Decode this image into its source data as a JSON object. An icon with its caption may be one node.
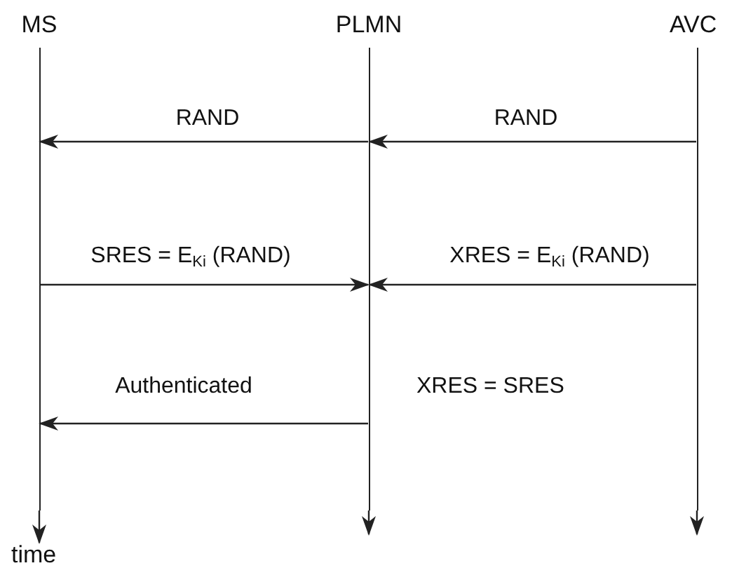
{
  "diagram": {
    "nodes": [
      {
        "text": [
          "MS"
        ]
      },
      {
        "text": [
          "PLMN"
        ]
      },
      {
        "text": [
          "AVC"
        ]
      },
      {
        "text": [],
        "shape": "bar"
      },
      {
        "text": [],
        "shape": "bar"
      },
      {
        "text": [],
        "shape": "bar"
      },
      {
        "text": [
          "time"
        ]
      }
    ],
    "edges": [
      {
        "from": 3,
        "to": 6,
        "arrow": "to"
      },
      {
        "from": 4,
        "to": null,
        "arrow": "to"
      },
      {
        "from": 5,
        "to": null,
        "arrow": "to"
      },
      {
        "from": 4,
        "to": 3,
        "arrow": "to",
        "label": "RAND"
      },
      {
        "from": 5,
        "to": 4,
        "arrow": "to",
        "label": "RAND"
      },
      {
        "from": 3,
        "to": 4,
        "arrow": "to",
        "label": "SRES = E$_{Ki}$ (RAND)"
      },
      {
        "from": 5,
        "to": 4,
        "arrow": "to",
        "label": "XRES = E$_{Ki}$ (RAND)"
      },
      {
        "from": 4,
        "to": 3,
        "arrow": "to",
        "label": "Authenticated"
      }
    ],
    "labels": [
      "XRES = SRES"
    ]
  }
}
